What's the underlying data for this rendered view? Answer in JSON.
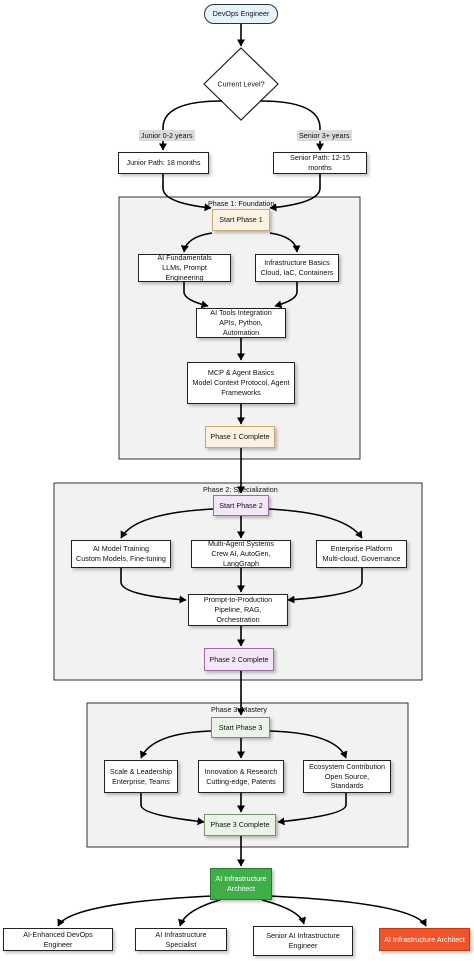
{
  "start": "DevOps Engineer",
  "decision": "Current Level?",
  "branches": {
    "junior_label": "Junior 0-2 years",
    "senior_label": "Senior 3+ years",
    "junior_path": "Junior Path: 18 months",
    "senior_path": "Senior Path: 12-15 months"
  },
  "phase1": {
    "title": "Phase 1: Foundation",
    "start": "Start Phase 1",
    "ai_fund": [
      "AI Fundamentals",
      "LLMs, Prompt Engineering"
    ],
    "infra": [
      "Infrastructure Basics",
      "Cloud, IaC, Containers"
    ],
    "tools": [
      "AI Tools Integration",
      "APIs, Python, Automation"
    ],
    "mcp": [
      "MCP & Agent Basics",
      "Model Context Protocol, Agent",
      "Frameworks"
    ],
    "complete": "Phase 1 Complete"
  },
  "phase2": {
    "title": "Phase 2: Specialization",
    "start": "Start Phase 2",
    "training": [
      "AI Model Training",
      "Custom Models, Fine-tuning"
    ],
    "multi": [
      "Multi-Agent Systems",
      "Crew AI, AutoGen, LangGraph"
    ],
    "enterprise": [
      "Enterprise Platform",
      "Multi-cloud, Governance"
    ],
    "p2p": [
      "Prompt-to-Production",
      "Pipeline, RAG, Orchestration"
    ],
    "complete": "Phase 2 Complete"
  },
  "phase3": {
    "title": "Phase 3: Mastery",
    "start": "Start Phase 3",
    "scale": [
      "Scale & Leadership",
      "Enterprise, Teams"
    ],
    "innovation": [
      "Innovation & Research",
      "Cutting-edge, Patents"
    ],
    "ecosystem": [
      "Ecosystem Contribution",
      "Open Source, Standards"
    ],
    "complete": "Phase 3 Complete"
  },
  "architect": [
    "AI Infrastructure",
    "Architect"
  ],
  "outcomes": {
    "o1": "AI-Enhanced DevOps Engineer",
    "o2": "AI Infrastructure Specialist",
    "o3": [
      "Senior AI Infrastructure",
      "Engineer"
    ],
    "o4": "AI Infrastructure Architect"
  },
  "colors": {
    "architect": "#3fae49",
    "outcome_highlight": "#f0542a",
    "phase1_marker": "#fdf1e1",
    "phase2_marker": "#f3e6f6",
    "phase3_marker": "#e9f4e7"
  }
}
